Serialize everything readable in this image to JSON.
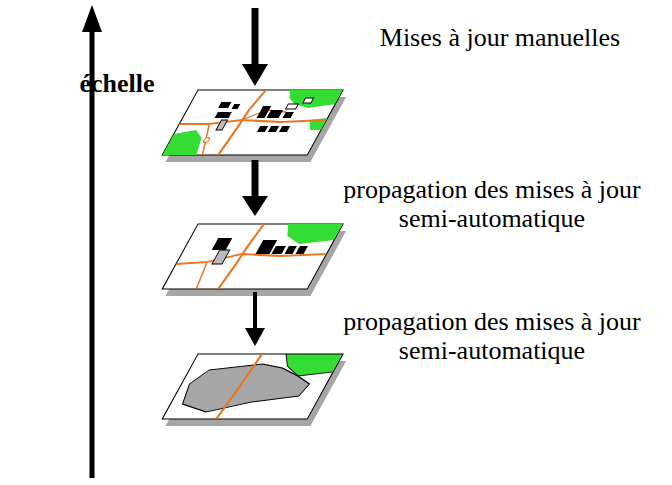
{
  "diagram": {
    "labels": [
      "échelle",
      "Mises à jour manuelles",
      "propagation des mises à jour semi-automatique",
      "propagation des mises à jour semi-automatique"
    ]
  }
}
